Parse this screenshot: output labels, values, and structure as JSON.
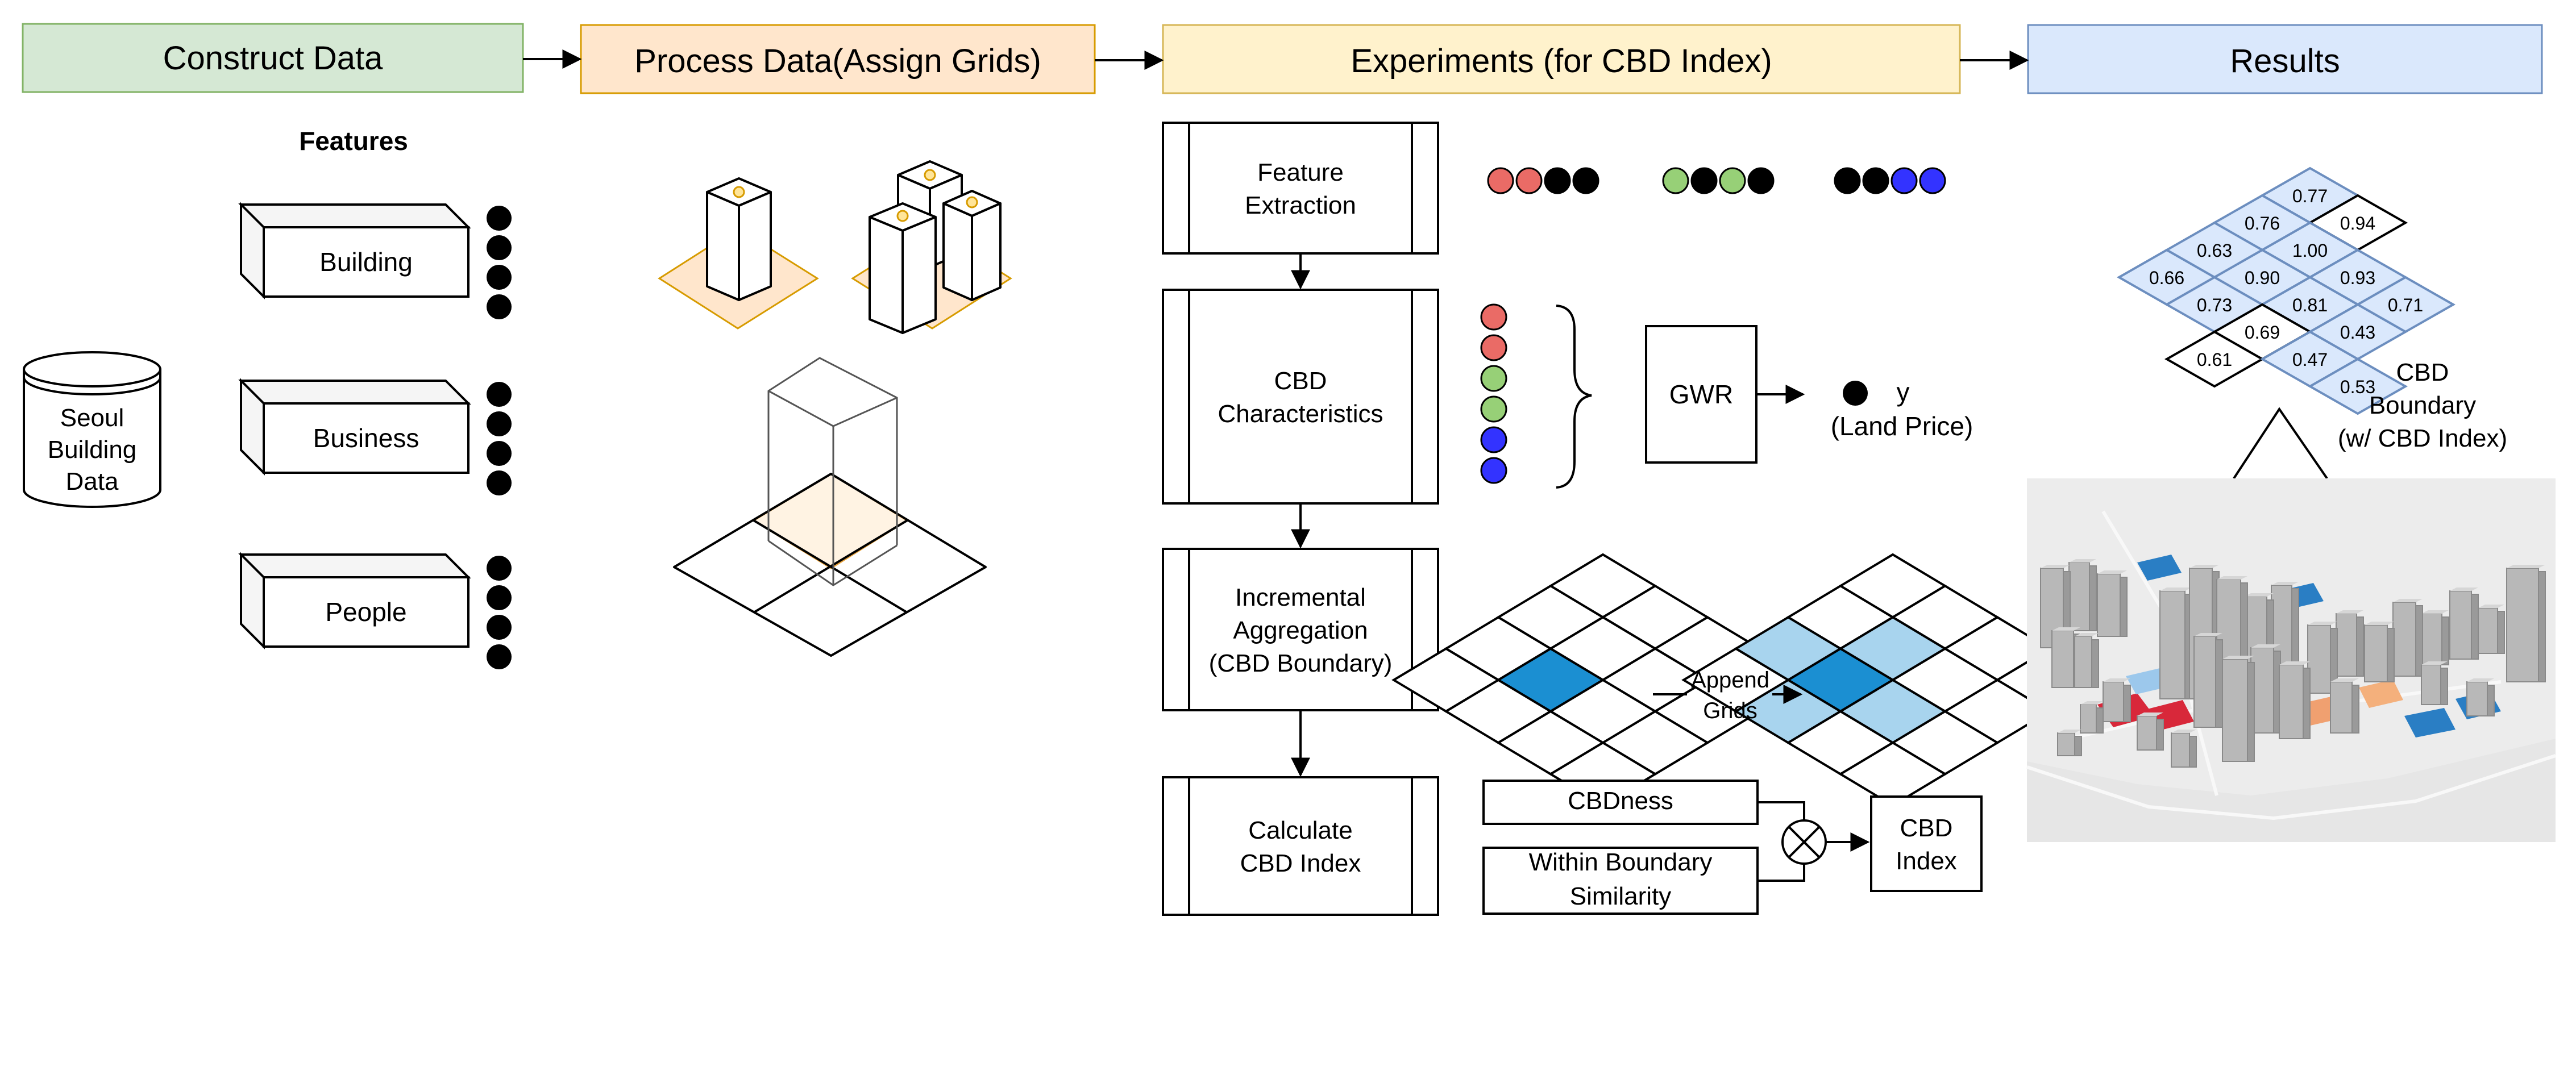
{
  "stages": [
    {
      "label": "Construct Data",
      "fill": "#d5e8d4",
      "stroke": "#82b366"
    },
    {
      "label": "Process Data(Assign Grids)",
      "fill": "#ffe6cc",
      "stroke": "#d79b00"
    },
    {
      "label": "Experiments (for CBD Index)",
      "fill": "#fff2cc",
      "stroke": "#d6b656"
    },
    {
      "label": "Results",
      "fill": "#dae8fc",
      "stroke": "#6c8ebf"
    }
  ],
  "construct": {
    "features_title": "Features",
    "source_lines": [
      "Seoul",
      "Building",
      "Data"
    ],
    "features": [
      "Building",
      "Business",
      "People"
    ]
  },
  "experiments": {
    "steps": [
      {
        "lines": [
          "Feature",
          "Extraction"
        ]
      },
      {
        "lines": [
          "CBD",
          "Characteristics"
        ]
      },
      {
        "lines": [
          "Incremental",
          "Aggregation",
          "(CBD Boundary)"
        ]
      },
      {
        "lines": [
          "Calculate",
          "CBD Index"
        ]
      }
    ],
    "feature_groups": [
      [
        "red",
        "red",
        "black",
        "black"
      ],
      [
        "green",
        "black",
        "green",
        "black"
      ],
      [
        "black",
        "black",
        "blue",
        "blue"
      ]
    ],
    "characteristic_dots": [
      "red",
      "red",
      "green",
      "green",
      "blue",
      "blue"
    ],
    "gwr_label": "GWR",
    "target_symbol": "y",
    "target_label": "(Land Price)",
    "append_lines": [
      "Append",
      "Grids"
    ],
    "cbdness_label": "CBDness",
    "similarity_lines": [
      "Within Boundary",
      "Similarity"
    ],
    "index_lines": [
      "CBD",
      "Index"
    ]
  },
  "results": {
    "boundary_lines": [
      "CBD",
      "Boundary",
      "(w/ CBD Index)"
    ],
    "cell_values": [
      "0.77",
      "0.94",
      "0.76",
      "0.63",
      "1.00",
      "0.66",
      "0.90",
      "0.93",
      "0.73",
      "0.81",
      "0.71",
      "0.69",
      "0.43",
      "0.61",
      "0.47",
      "0.53"
    ]
  },
  "colors": {
    "red": "#ea6b66",
    "green": "#97d077",
    "blue": "#3333ff",
    "black": "#000000",
    "orange": "#e8a33d",
    "highlight": "#1b8fd2",
    "light_blue": "#a8d4ee",
    "cell_blue": "#dae8fc"
  }
}
